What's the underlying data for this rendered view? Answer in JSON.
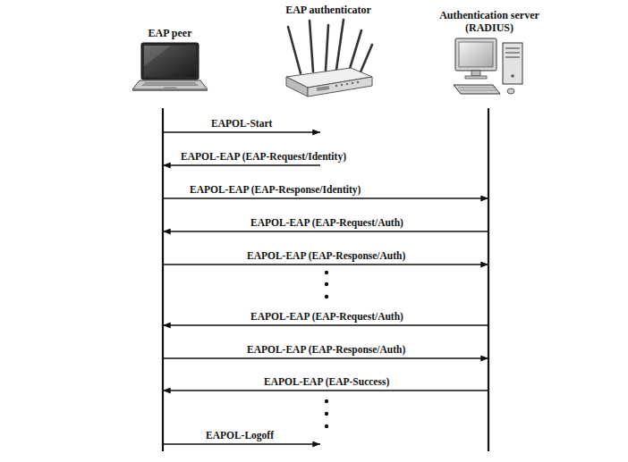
{
  "diagram": {
    "nodes": [
      {
        "text": [
          "EAP peer"
        ]
      },
      {
        "text": [
          "EAP authenticator"
        ]
      },
      {
        "text": [
          "Authentication server (RADIUS)"
        ]
      }
    ],
    "edges": [
      {
        "from": 0,
        "to": 1,
        "arrow": "to",
        "label": "EAPOL-Start"
      },
      {
        "from": 1,
        "to": 0,
        "arrow": "to",
        "label": "EAPOL-EAP (EAP-Request/Identity)"
      },
      {
        "from": 0,
        "to": 2,
        "arrow": "to",
        "label": "EAPOL-EAP (EAP-Response/Identity)"
      },
      {
        "from": 2,
        "to": 0,
        "arrow": "to",
        "label": "EAPOL-EAP (EAP-Request/Auth)"
      },
      {
        "from": 0,
        "to": 2,
        "arrow": "to",
        "label": "EAPOL-EAP (EAP-Response/Auth)"
      },
      {
        "from": 2,
        "to": 0,
        "arrow": "to",
        "label": "EAPOL-EAP (EAP-Request/Auth)"
      },
      {
        "from": 0,
        "to": 2,
        "arrow": "to",
        "label": "EAPOL-EAP (EAP-Response/Auth)"
      },
      {
        "from": 2,
        "to": 0,
        "arrow": "to",
        "label": "EAPOL-EAP (EAP-Success)"
      },
      {
        "from": 0,
        "to": 1,
        "arrow": "to",
        "label": "EAPOL-Logoff"
      }
    ]
  }
}
